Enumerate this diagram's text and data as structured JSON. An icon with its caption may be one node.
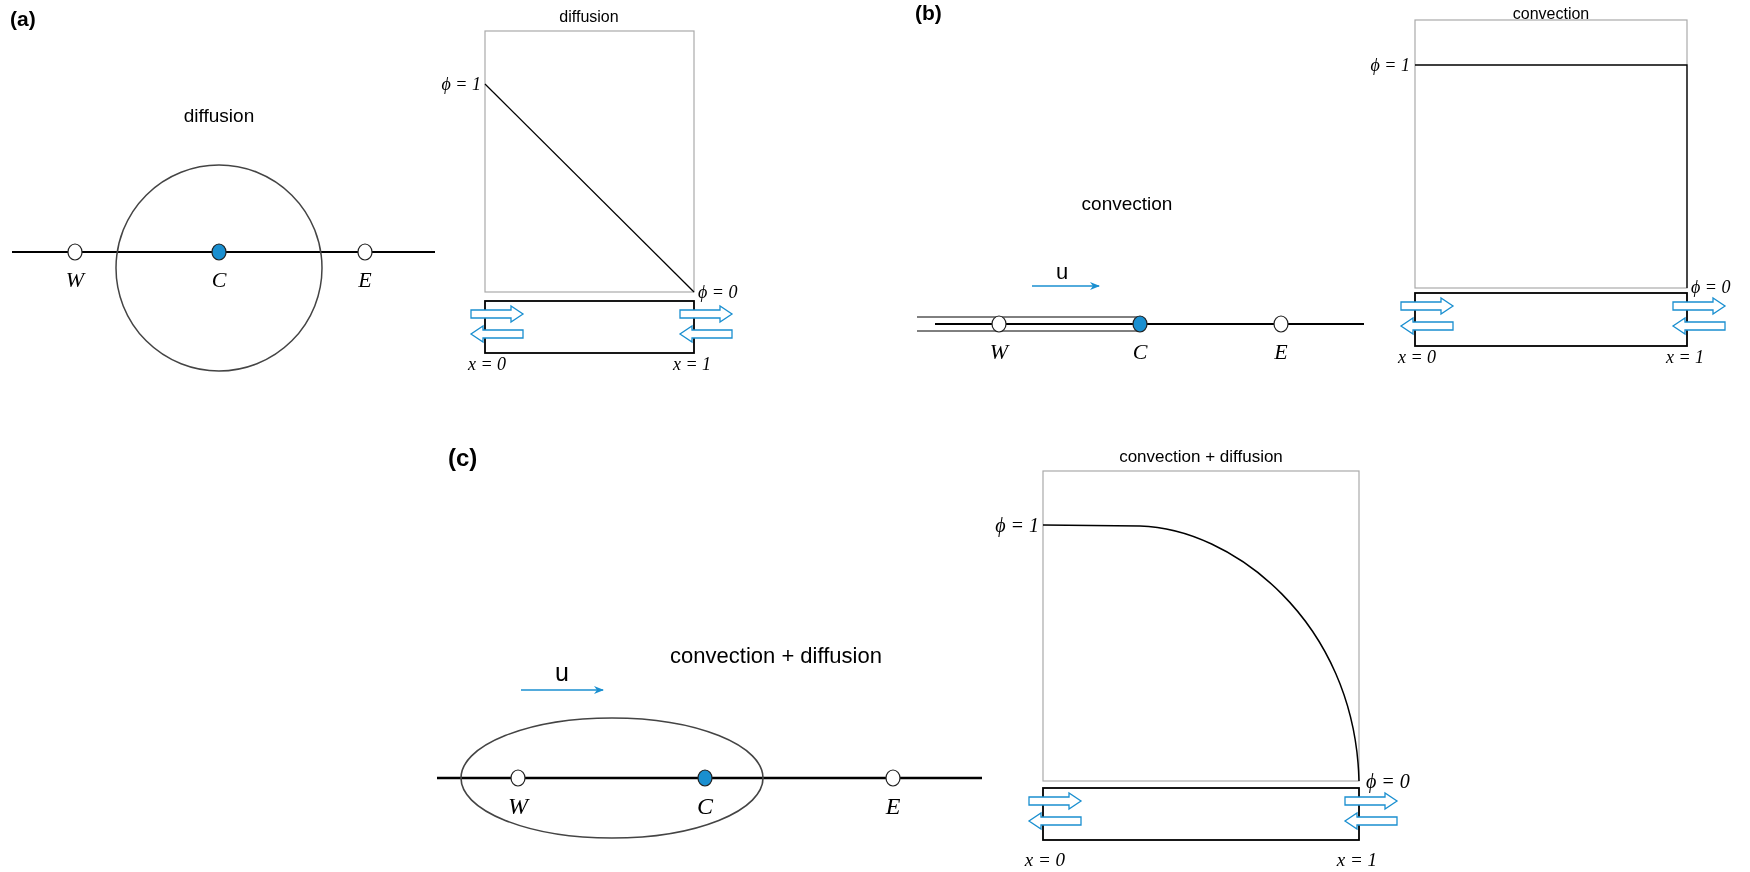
{
  "diagram": {
    "labels": [
      "(a)",
      "diffusion",
      "ϕ = 1",
      "diffusion",
      "W",
      "C",
      "E",
      "ϕ = 0",
      "x = 0",
      "x = 1",
      "(b)",
      "convection",
      "ϕ = 1",
      "convection",
      "u",
      "ϕ = 0",
      "W",
      "C",
      "E",
      "x = 0",
      "x = 1",
      "(c)",
      "convection + diffusion",
      "ϕ = 1",
      "convection + diffusion",
      "u",
      "ϕ = 0",
      "W",
      "C",
      "E",
      "x = 0",
      "x = 1"
    ]
  }
}
